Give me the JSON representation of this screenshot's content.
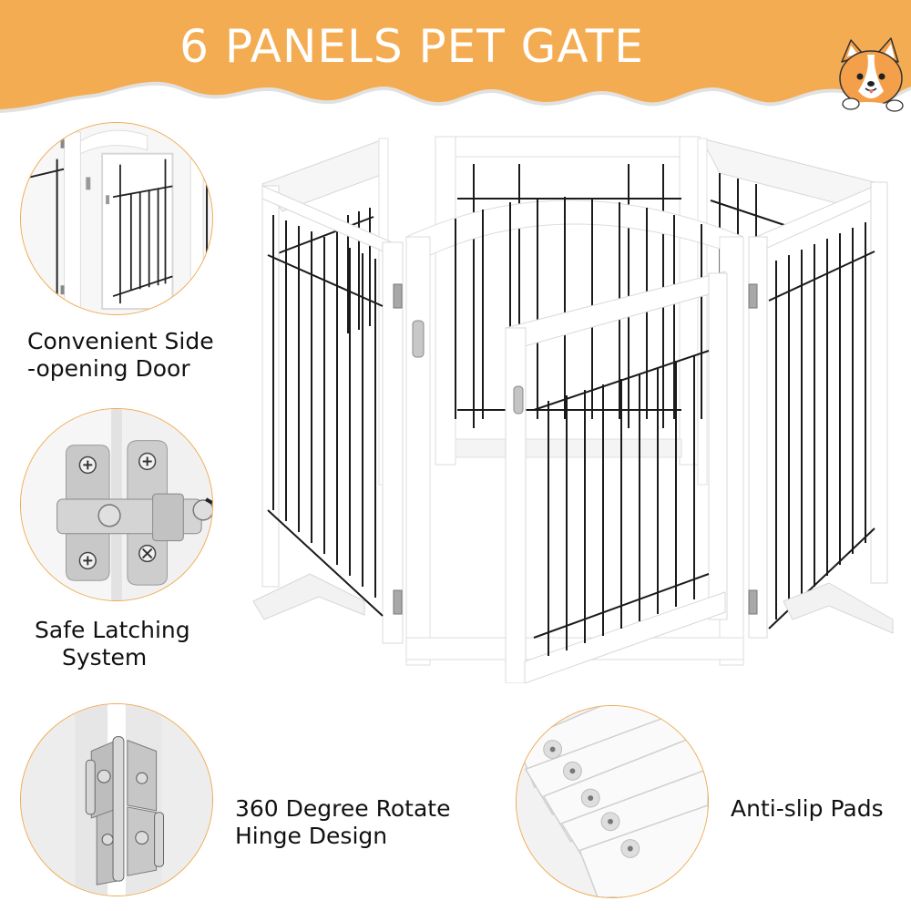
{
  "header": {
    "title": "6 PANELS PET GATE",
    "background_color": "#f4ac52",
    "text_color": "#ffffff",
    "mascot_icon": "corgi-peeking-icon"
  },
  "product": {
    "name": "6 panel white wooden pet gate with wire panels and walk-through door",
    "panel_count": 6,
    "frame_color": "#ffffff",
    "wire_color": "#1a1a1a"
  },
  "features": [
    {
      "id": "side-door",
      "caption_line1": "Convenient Side",
      "caption_line2": "-opening Door",
      "icon": "gate-door-icon"
    },
    {
      "id": "latch",
      "caption_line1": "Safe Latching",
      "caption_line2": "System",
      "icon": "latch-icon"
    },
    {
      "id": "hinge",
      "caption_line1": "360 Degree Rotate",
      "caption_line2": "Hinge Design",
      "icon": "hinge-icon"
    },
    {
      "id": "pads",
      "caption_line1": "Anti-slip Pads",
      "caption_line2": "",
      "icon": "anti-slip-pad-icon"
    }
  ],
  "accent": {
    "circle_border": "#f0a94e"
  }
}
